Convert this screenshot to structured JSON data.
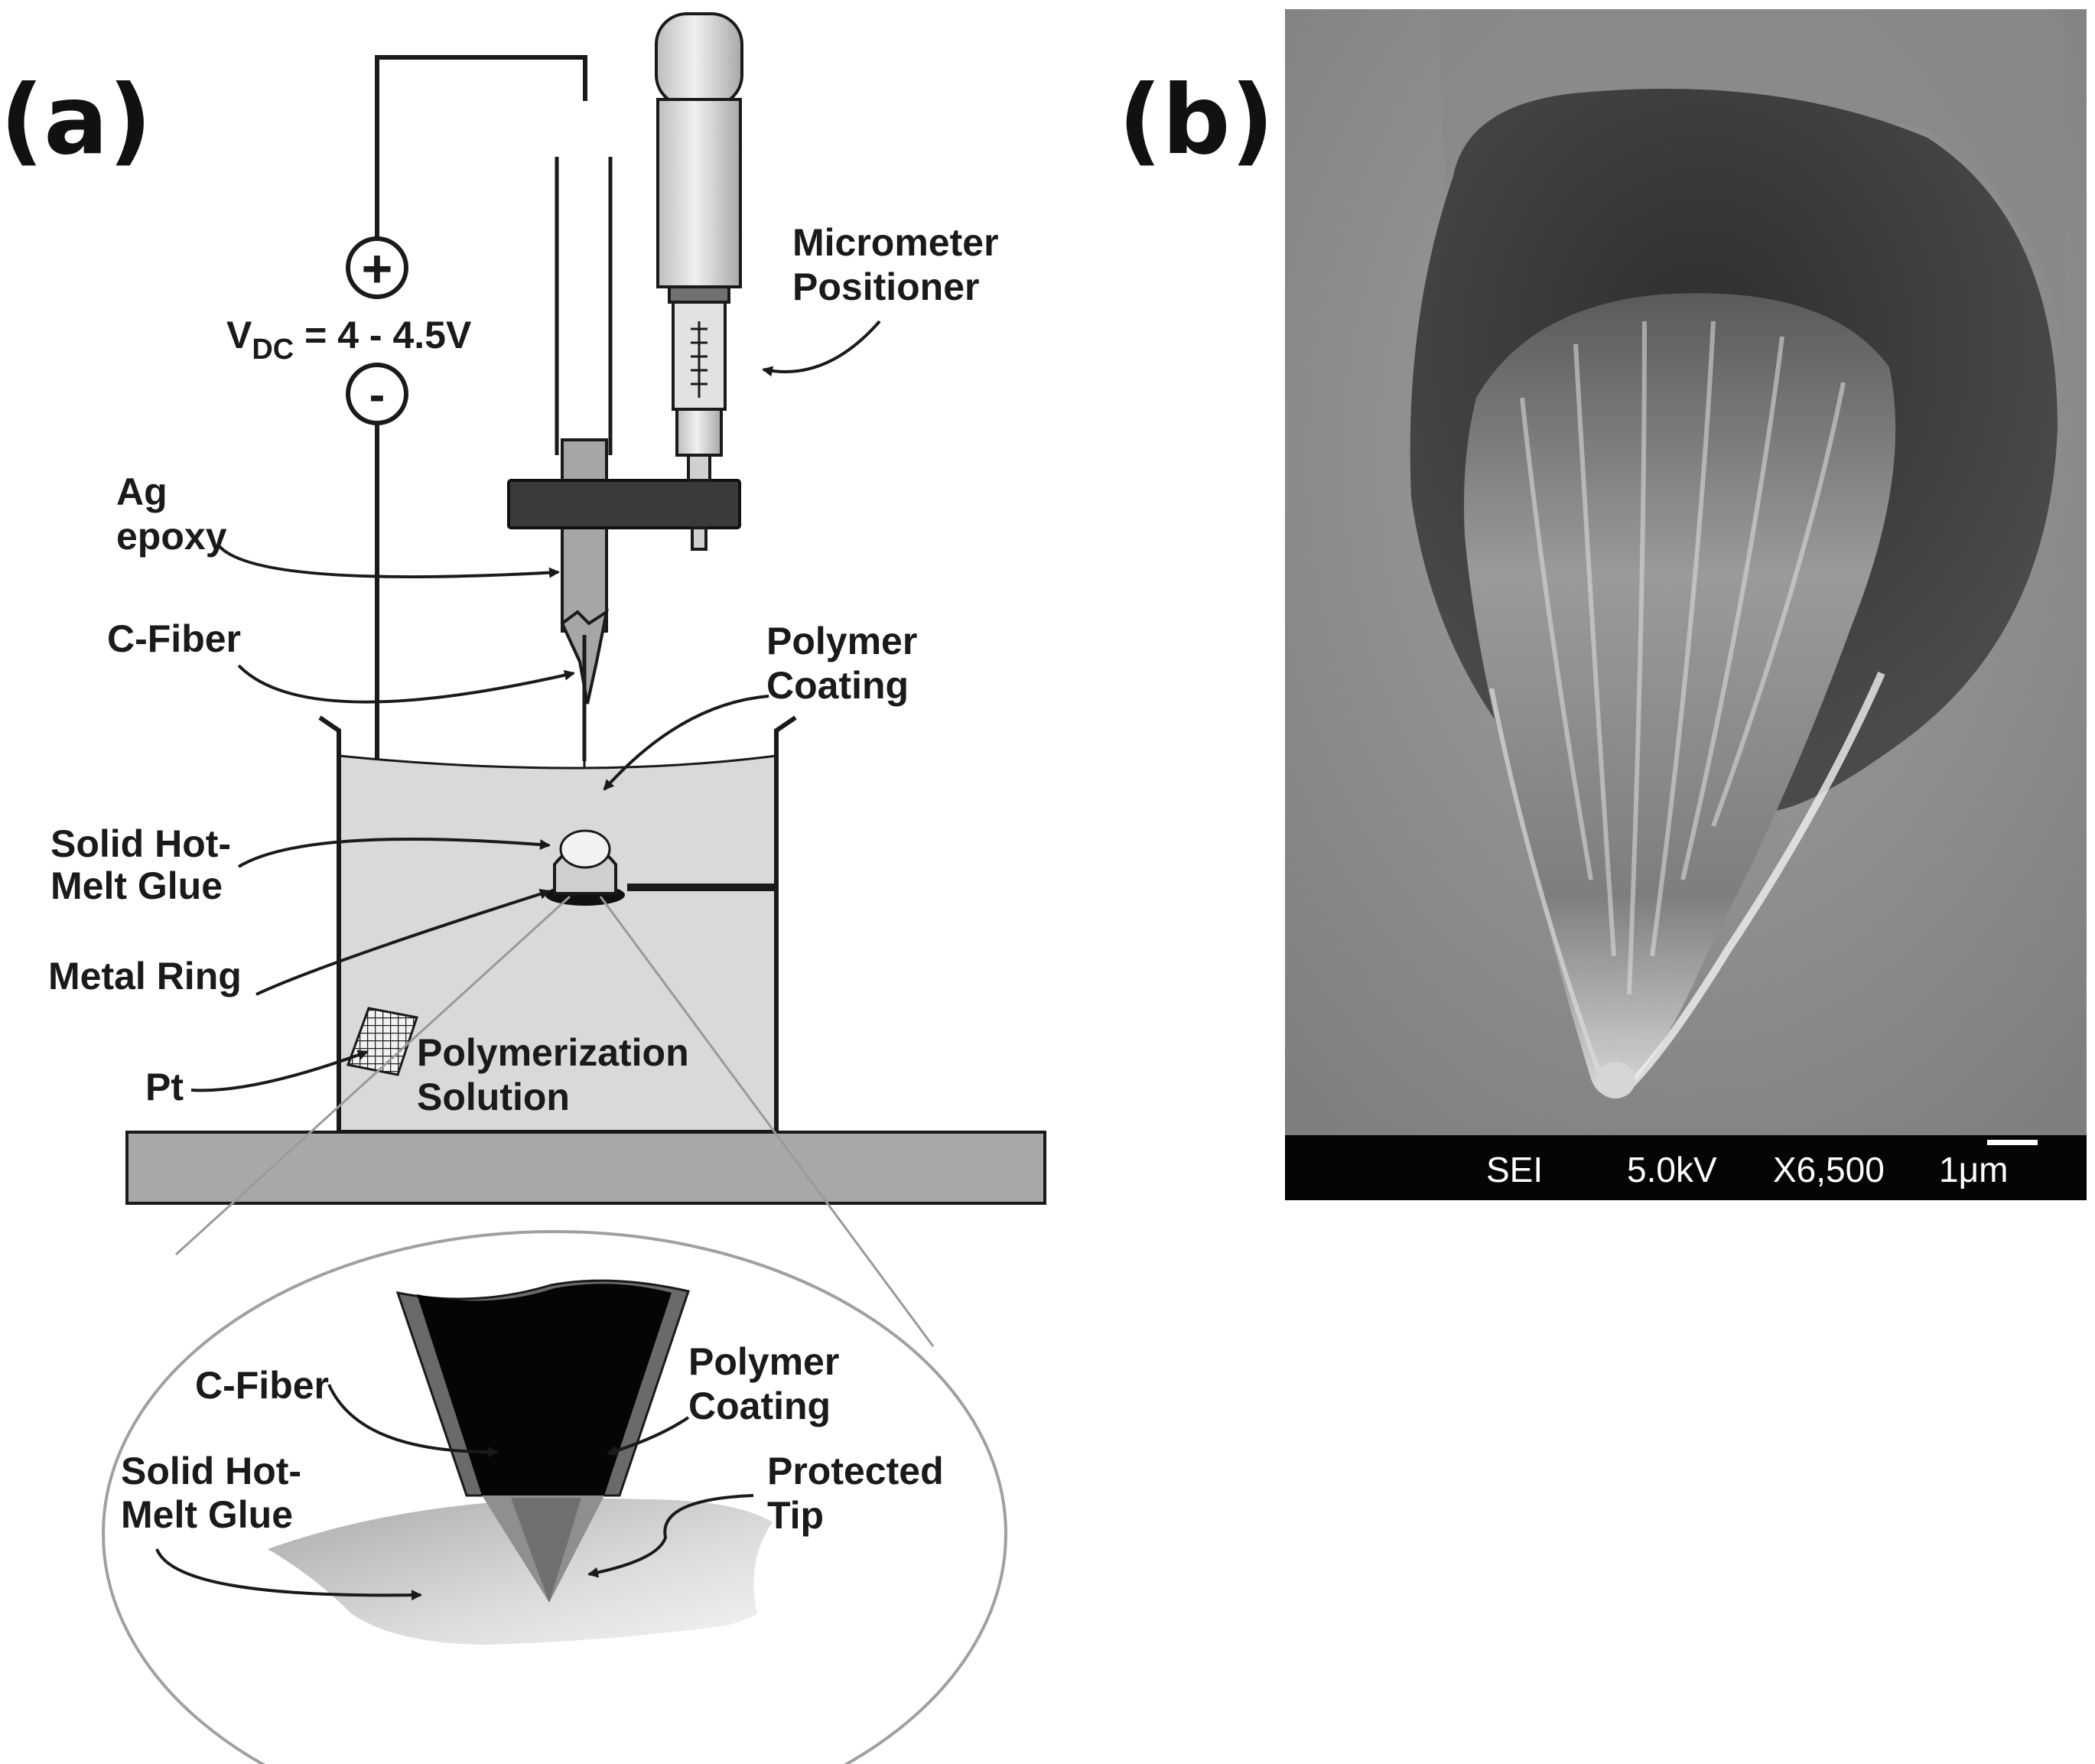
{
  "panels": {
    "a": {
      "label": "(a)"
    },
    "b": {
      "label": "(b)"
    }
  },
  "schematic": {
    "voltage_prefix": "V",
    "voltage_subscript": "DC",
    "voltage_value": " = 4 - 4.5V",
    "plus_symbol": "+",
    "minus_symbol": "-",
    "labels": {
      "micrometer": [
        "Micrometer",
        "Positioner"
      ],
      "ag_epoxy": [
        "Ag",
        "epoxy"
      ],
      "c_fiber": "C-Fiber",
      "polymer_coating": [
        "Polymer",
        "Coating"
      ],
      "hot_melt_glue": [
        "Solid Hot-",
        "Melt Glue"
      ],
      "metal_ring": "Metal Ring",
      "pt": "Pt",
      "polymerization_solution": [
        "Polymerization",
        "Solution"
      ]
    }
  },
  "inset": {
    "labels": {
      "c_fiber": "C-Fiber",
      "polymer_coating": [
        "Polymer",
        "Coating"
      ],
      "hot_melt_glue": [
        "Solid Hot-",
        "Melt Glue"
      ],
      "protected_tip": [
        "Protected",
        "Tip"
      ]
    }
  },
  "sem": {
    "detector": "SEI",
    "voltage": "5.0kV",
    "magnification": "X6,500",
    "scale": "1μm"
  },
  "colors": {
    "background": "#ffffff",
    "ink": "#1a1a1a",
    "solution": "#d9d9d9",
    "base_plate": "#a8a8a8",
    "clamp": "#3a3a3a",
    "sem_background": "#8c8c8c",
    "sem_bar": "#050505"
  }
}
